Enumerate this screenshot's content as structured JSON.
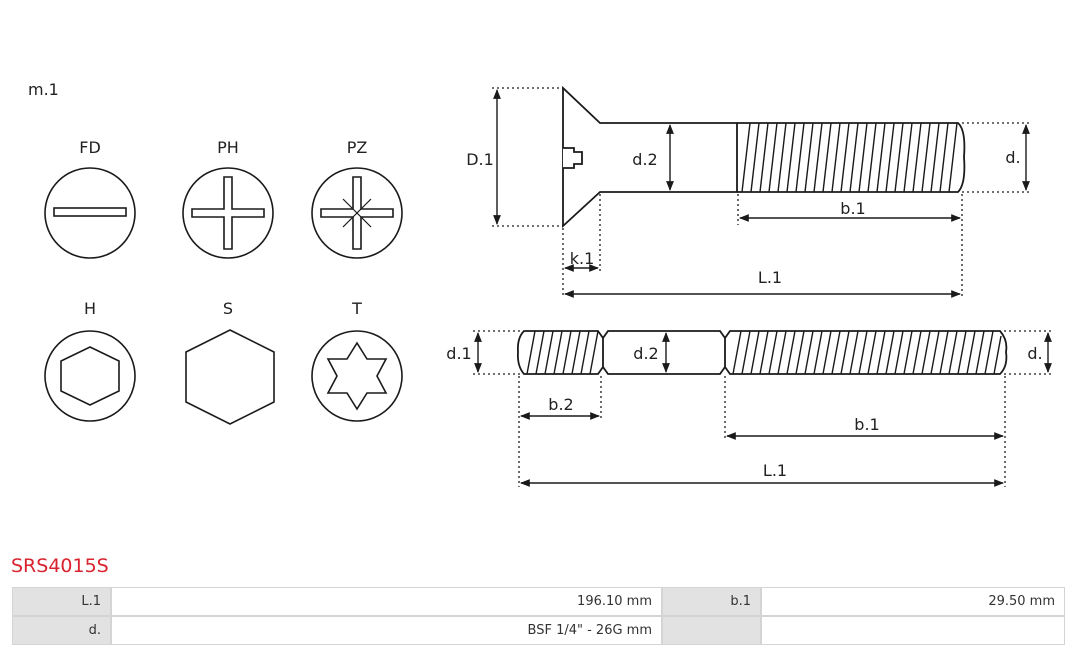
{
  "legend": {
    "title": "m.1",
    "drives": [
      {
        "label": "FD",
        "icon": "flat-slot-icon"
      },
      {
        "label": "PH",
        "icon": "phillips-icon"
      },
      {
        "label": "PZ",
        "icon": "pozidriv-icon"
      },
      {
        "label": "H",
        "icon": "hex-socket-icon"
      },
      {
        "label": "S",
        "icon": "hex-head-icon"
      },
      {
        "label": "T",
        "icon": "torx-icon"
      }
    ]
  },
  "screw_drawing": {
    "labels": {
      "head_diameter": "D.1",
      "shank_diameter": "d.2",
      "thread_diameter": "d.",
      "thread_length": "b.1",
      "head_height": "k.1",
      "total_length": "L.1"
    }
  },
  "stud_drawing": {
    "labels": {
      "left_diameter": "d.1",
      "shank_diameter": "d.2",
      "right_diameter": "d.",
      "left_thread_length": "b.2",
      "right_thread_length": "b.1",
      "total_length": "L.1"
    }
  },
  "product": {
    "code": "SRS4015S",
    "specs": [
      {
        "label": "L.1",
        "value": "196.10 mm",
        "label2": "b.1",
        "value2": "29.50 mm"
      },
      {
        "label": "d.",
        "value": "BSF 1/4\" - 26G mm",
        "label2": "",
        "value2": ""
      }
    ]
  },
  "colors": {
    "accent": "#d9232e",
    "line": "#1a1a1a",
    "label_cell": "#e2e2e2"
  }
}
